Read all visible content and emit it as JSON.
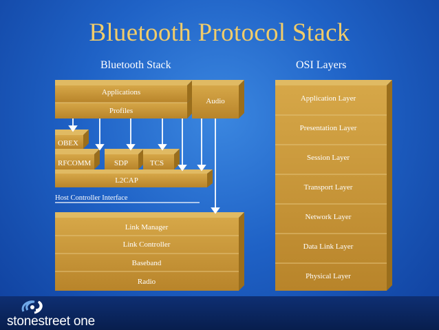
{
  "title": "Bluetooth Protocol Stack",
  "bt_header": "Bluetooth Stack",
  "osi_header": "OSI Layers",
  "bt": {
    "applications": "Applications",
    "profiles": "Profiles",
    "audio": "Audio",
    "obex": "OBEX",
    "rfcomm": "RFCOMM",
    "sdp": "SDP",
    "tcs": "TCS",
    "l2cap": "L2CAP",
    "hci": "Host Controller Interface",
    "link_manager": "Link Manager",
    "link_controller": "Link Controller",
    "baseband": "Baseband",
    "radio": "Radio"
  },
  "osi": [
    "Application Layer",
    "Presentation Layer",
    "Session Layer",
    "Transport Layer",
    "Network Layer",
    "Data Link Layer",
    "Physical Layer"
  ],
  "footer": {
    "logo_text": "stonestreet one"
  },
  "colors": {
    "title": "#f0cc6a",
    "block_front": "#c99836",
    "block_top": "#e0ba63",
    "block_side": "#9a6e1c",
    "background": "#1f62c6"
  }
}
